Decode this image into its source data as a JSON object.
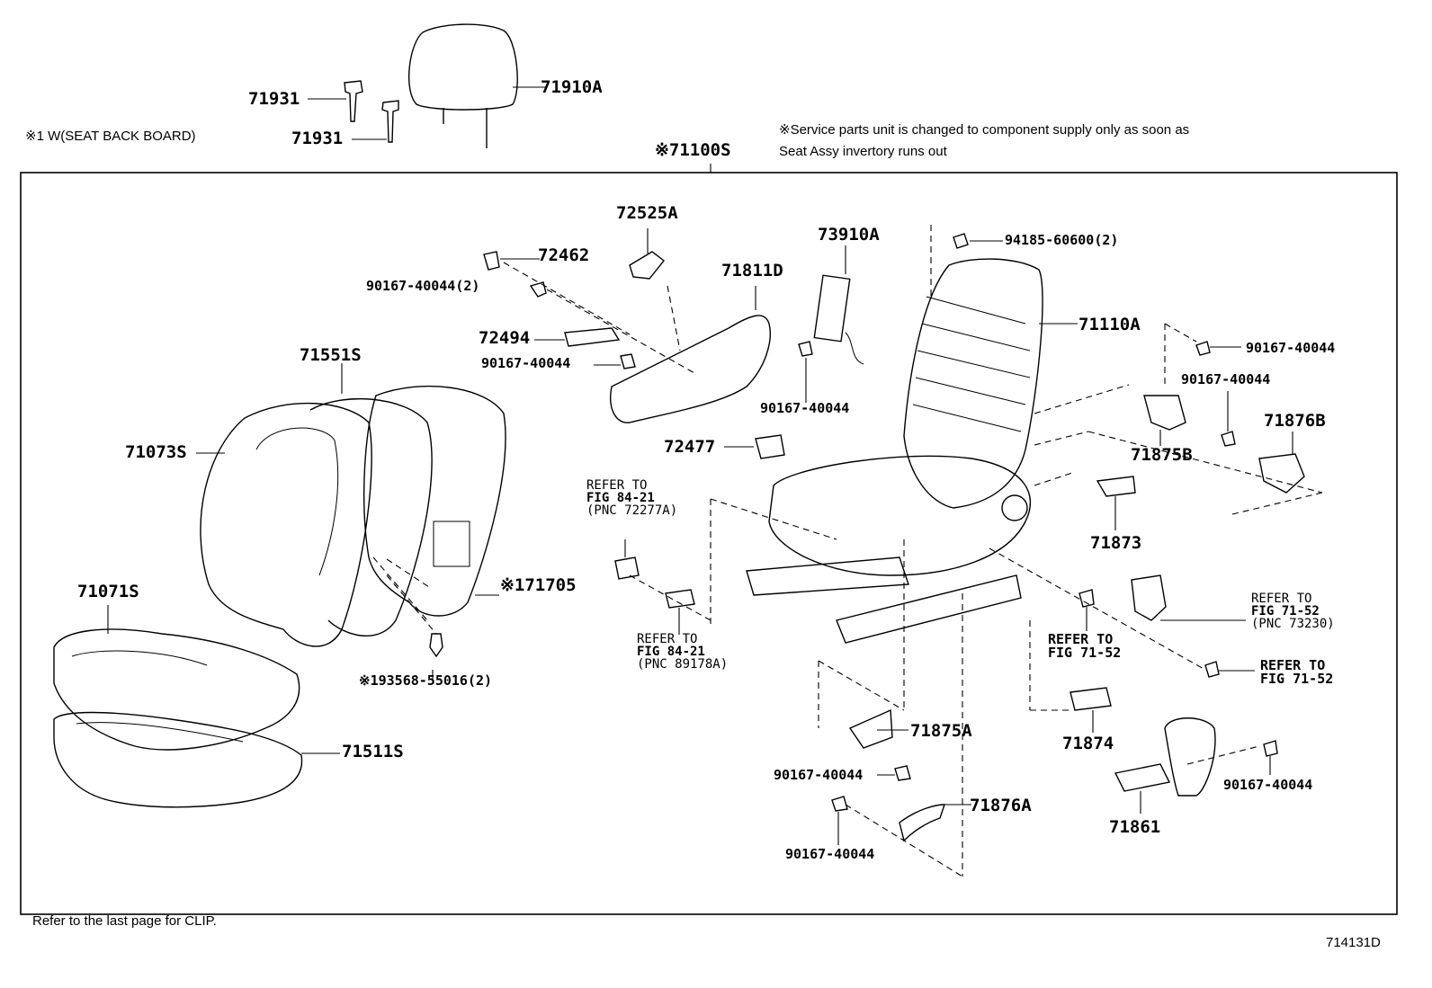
{
  "notes": {
    "seat_back_board": "※1 W(SEAT BACK BOARD)",
    "service_line1": "※Service parts unit is changed to component supply only as soon as",
    "service_line2": "Seat Assy invertory runs out",
    "clip": "Refer to the last page for CLIP.",
    "diagram_id": "714131D"
  },
  "assembly_label": "※71100S",
  "parts": {
    "p71931a": "71931",
    "p71931b": "71931",
    "p71910A": "71910A",
    "p72525A": "72525A",
    "p72462": "72462",
    "p90167_40044_2": "90167-40044(2)",
    "p71811D": "71811D",
    "p73910A": "73910A",
    "p94185": "94185-60600(2)",
    "p72494": "72494",
    "p90167_a": "90167-40044",
    "p71110A": "71110A",
    "p90167_b": "90167-40044",
    "p71551S": "71551S",
    "p90167_c": "90167-40044",
    "p90167_d": "90167-40044",
    "p71073S": "71073S",
    "p72477": "72477",
    "p71876B": "71876B",
    "p71875B": "71875B",
    "p71873": "71873",
    "p171705": "※171705",
    "p71071S": "71071S",
    "p193568": "※193568-55016(2)",
    "p71875A": "71875A",
    "p90167_e": "90167-40044",
    "p71511S": "71511S",
    "p71874": "71874",
    "p71876A": "71876A",
    "p90167_f": "90167-40044",
    "p90167_g": "90167-40044",
    "p71861": "71861"
  },
  "refers": {
    "r1": {
      "l1": "REFER TO",
      "l2": "FIG 84-21",
      "l3": "(PNC 72277A)"
    },
    "r2": {
      "l1": "REFER TO",
      "l2": "FIG 84-21",
      "l3": "(PNC 89178A)"
    },
    "r3": {
      "l1": "REFER TO",
      "l2": "FIG 71-52",
      "l3": "(PNC 73230)"
    },
    "r4": {
      "l1": "REFER TO",
      "l2": "FIG 71-52"
    },
    "r5": {
      "l1": "REFER TO",
      "l2": "FIG 71-52"
    }
  }
}
